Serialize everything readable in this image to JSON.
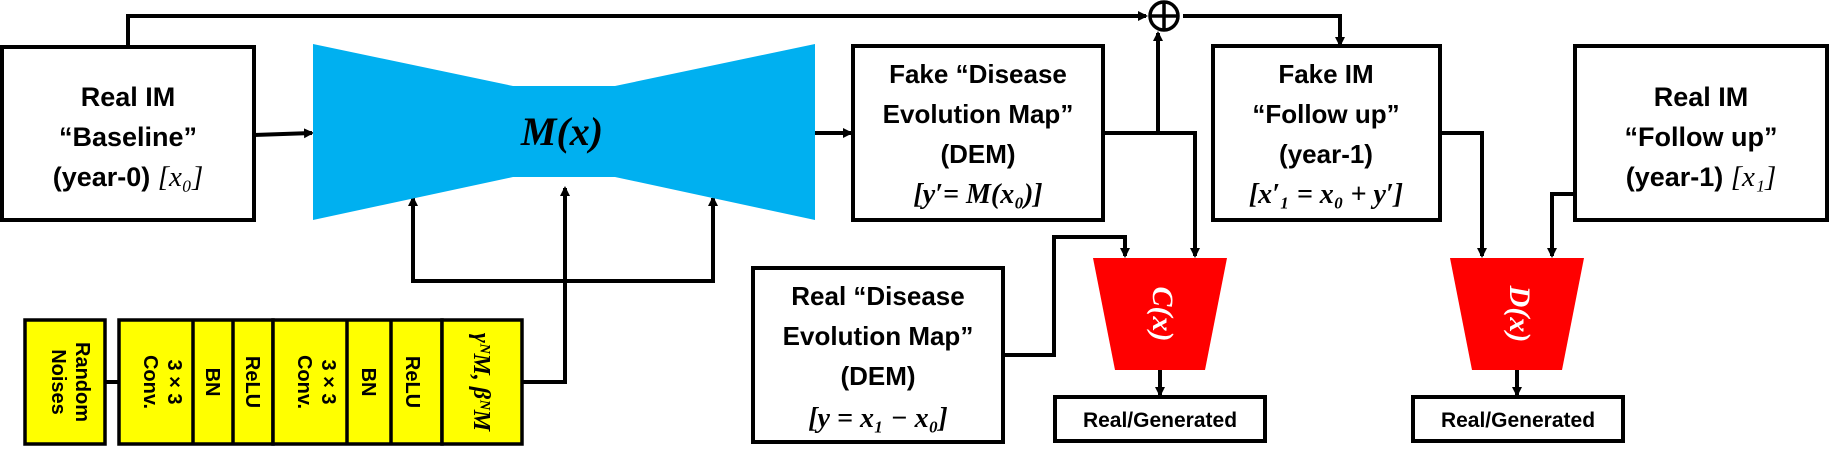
{
  "colors": {
    "generator": "#00b0f0",
    "discriminator": "#ff0000",
    "noise_block": "#ffff00",
    "stroke": "#000000"
  },
  "real_baseline": {
    "line1": "Real IM",
    "line2": "“Baseline”",
    "line3_text": "(year-0) ",
    "line3_math": "[x₀]"
  },
  "generator": {
    "label": "M(x)"
  },
  "fake_dem": {
    "line1": "Fake “Disease",
    "line2": "Evolution Map”",
    "line3": "(DEM)",
    "line4_math": "[y′= M(x₀)]"
  },
  "fake_followup": {
    "line1": "Fake IM",
    "line2": "“Follow up”",
    "line3": "(year-1)",
    "line4_math": "[x′₁ = x₀ + y′]"
  },
  "real_followup": {
    "line1": "Real IM",
    "line2": "“Follow up”",
    "line3_text": "(year-1) ",
    "line3_math": "[x₁]"
  },
  "real_dem": {
    "line1": "Real “Disease",
    "line2": "Evolution Map”",
    "line3": "(DEM)",
    "line4_math": "[y = x₁ − x₀]"
  },
  "disc_c": {
    "label": "C(x)",
    "output": "Real/Generated"
  },
  "disc_d": {
    "label": "D(x)",
    "output": "Real/Generated"
  },
  "noise_chain": {
    "random_noises_1": "Random",
    "random_noises_2": "Noises",
    "conv1_1": "3 × 3",
    "conv1_2": "Conv.",
    "bn1": "BN",
    "relu1": "ReLU",
    "conv2_1": "3 × 3",
    "conv2_2": "Conv.",
    "bn2": "BN",
    "relu2": "ReLU",
    "params": "γᴺM, βᴺM"
  },
  "adder_icon": "circle-plus-icon"
}
